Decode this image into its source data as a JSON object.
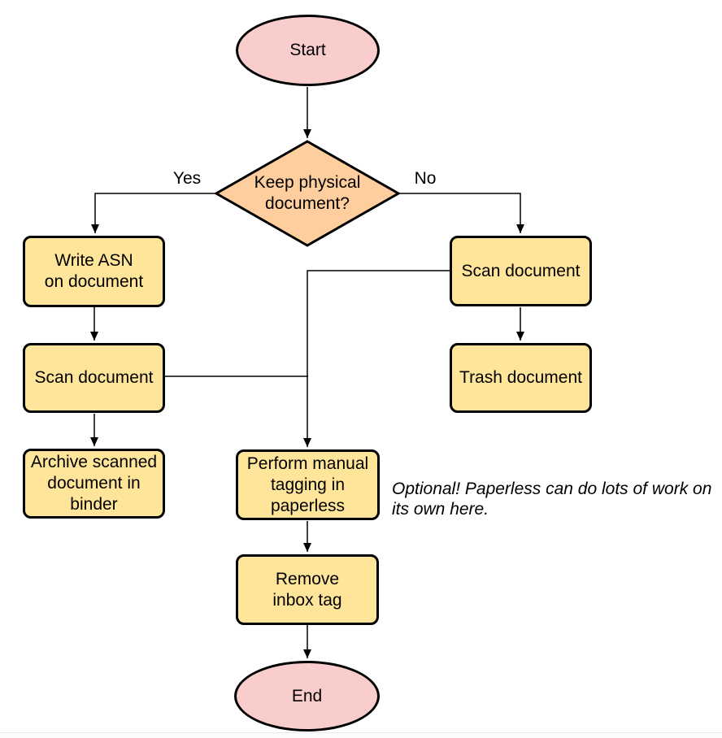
{
  "colors": {
    "terminal_fill": "#f8cdcc",
    "decision_fill": "#ffce9e",
    "process_fill": "#ffe599",
    "node_border": "#000000",
    "connector": "#000000"
  },
  "nodes": {
    "start": {
      "label": "Start",
      "shape": "ellipse"
    },
    "decision": {
      "label": "Keep physical\ndocument?",
      "shape": "diamond"
    },
    "write_asn": {
      "label": "Write ASN\non document",
      "shape": "process"
    },
    "scan_left": {
      "label": "Scan document",
      "shape": "process"
    },
    "archive": {
      "label": "Archive scanned\ndocument in\nbinder",
      "shape": "process"
    },
    "scan_right": {
      "label": "Scan document",
      "shape": "process"
    },
    "trash": {
      "label": "Trash document",
      "shape": "process"
    },
    "tagging": {
      "label": "Perform manual\ntagging in\npaperless",
      "shape": "process"
    },
    "remove_inbox": {
      "label": "Remove\ninbox tag",
      "shape": "process"
    },
    "end": {
      "label": "End",
      "shape": "ellipse"
    }
  },
  "edge_labels": {
    "yes": "Yes",
    "no": "No"
  },
  "note": {
    "text": "Optional! Paperless can do lots of work on\nits own here."
  }
}
